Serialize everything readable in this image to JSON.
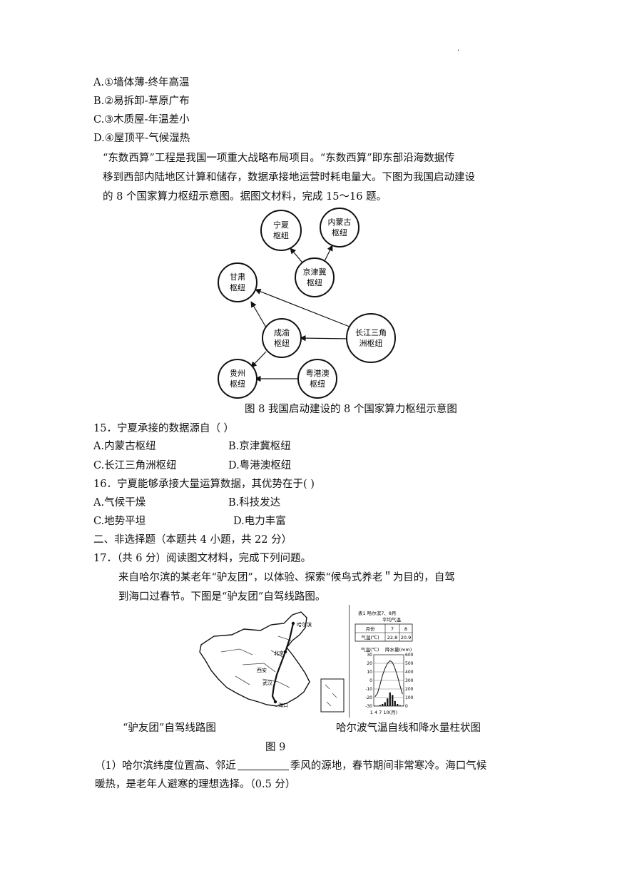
{
  "top_mark": "·",
  "q14_options": [
    "A.①墙体薄-终年高温",
    "B.②易拆卸-草原广布",
    "C.③木质屋-年温差小",
    "D.④屋顶平-气候湿热"
  ],
  "intro_paragraph": [
    "“东数西算”工程是我国一项重大战略布局项目。“东数西算”即东部沿海数据传",
    "移到西部内陆地区计算和储存，数据承接地运营时耗电量大。下图为我国启动建设",
    "的 8 个国家算力枢纽示意图。据图文材料，完成 15～16 题。"
  ],
  "diagram": {
    "nodes": {
      "ningxia": [
        "宁夏",
        "枢纽"
      ],
      "neimenggu": [
        "内蒙古",
        "枢纽"
      ],
      "jingjinji": [
        "京津冀",
        "枢纽"
      ],
      "gansu": [
        "甘肃",
        "枢纽"
      ],
      "chengyu": [
        "成渝",
        "枢纽"
      ],
      "changjiang": [
        "长江三角",
        "洲枢纽"
      ],
      "guizhou": [
        "贵州",
        "枢纽"
      ],
      "yuegangao": [
        "粤港澳",
        "枢纽"
      ]
    },
    "caption": "图 8  我国启动建设的 8 个国家算力枢纽示意图"
  },
  "q15": {
    "stem": "15．宁夏承接的数据源自（ ）",
    "options": [
      "A.内蒙古枢纽",
      "B.京津冀枢纽",
      "C.长江三角洲枢纽",
      "D.粤港澳枢纽"
    ]
  },
  "q16": {
    "stem": "16．宁夏能够承接大量运算数据，其优势在于(        )",
    "options": [
      "A.气候干燥",
      "B.科技发达",
      "C.地势平坦",
      "D.电力丰富"
    ]
  },
  "section2": "二、非选择题（本题共 4 小题，共 22 分）",
  "q17": {
    "stem": "17．（共 6 分）阅读图文材料，完成下列问题。",
    "material": [
      "来自哈尔滨的某老年“驴友团”，以体验、探索“候鸟式养老＂为目的，自驾",
      "到海口过春节。下图是“驴友团”自驾线路图。"
    ]
  },
  "figure9": {
    "map_caption": "“驴友团”自驾线路图",
    "chart_caption": "哈尔波气温自线和降水量柱状图",
    "label": "图 9",
    "map_labels": {
      "harbin": "哈尔滨",
      "beijing": "北京",
      "xian": "西安",
      "wuhan": "武汉",
      "haikou": "海口"
    },
    "table_title_1": "表1 哈尔滨7、8月",
    "table_title_2": "平均气温",
    "table_header": [
      "月份",
      "7",
      "8"
    ],
    "table_row": [
      "气温(℃)",
      "22.8",
      "20.9"
    ],
    "chart_ylabel_left": "气温(℃)",
    "chart_ylabel_right": "降水量(mm)",
    "chart_xlabel": "1  4  7 10(月)"
  },
  "chart_data": {
    "type": "bar",
    "categories": [
      "1",
      "2",
      "3",
      "4",
      "5",
      "6",
      "7",
      "8",
      "9",
      "10",
      "11",
      "12"
    ],
    "series": [
      {
        "values": [
          5,
          5,
          12,
          25,
          45,
          90,
          160,
          130,
          60,
          25,
          10,
          5
        ]
      },
      {
        "values": [
          -19,
          -15,
          -5,
          6,
          14,
          20,
          23,
          21,
          14,
          5,
          -6,
          -16
        ]
      }
    ],
    "xlabel": "1 4 7 10(月)",
    "ylabel": "气温(℃)",
    "ylim": [
      -30,
      30
    ],
    "y2label": "降水量(mm)",
    "y2lim": [
      0,
      600
    ],
    "left_ticks": [
      "30",
      "20",
      "10",
      "0",
      "-10",
      "-20",
      "-30"
    ],
    "right_ticks": [
      "600",
      "500",
      "400",
      "300",
      "200",
      "100",
      "0"
    ]
  },
  "q17_1": {
    "before": "（1）哈尔滨纬度位置高、邻近",
    "after": "季风的源地，春节期间非常寒冷。海口气候",
    "line2": "暖热，是老年人避寒的理想选择。（0.5 分）"
  }
}
